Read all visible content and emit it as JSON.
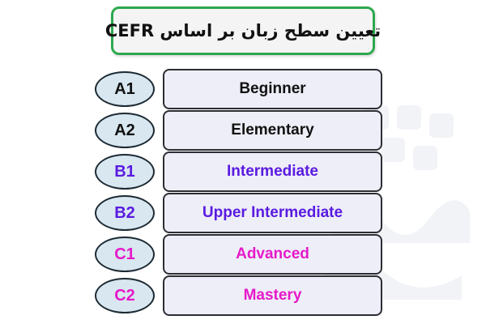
{
  "title": "تعیین سطح زبان بر اساس CEFR",
  "colors": {
    "title_border": "#2ea84f",
    "badge_fill": "#d8e7f0",
    "box_fill": "#eeeef8",
    "basic_text": "#111111",
    "independent_text": "#5a1be0",
    "proficient_text": "#e619c9"
  },
  "levels": [
    {
      "code": "A1",
      "name": "Beginner",
      "color": "#111111"
    },
    {
      "code": "A2",
      "name": "Elementary",
      "color": "#111111"
    },
    {
      "code": "B1",
      "name": "Intermediate",
      "color": "#5a1be0"
    },
    {
      "code": "B2",
      "name": "Upper Intermediate",
      "color": "#5a1be0"
    },
    {
      "code": "C1",
      "name": "Advanced",
      "color": "#e619c9"
    },
    {
      "code": "C2",
      "name": "Mastery",
      "color": "#e619c9"
    }
  ]
}
